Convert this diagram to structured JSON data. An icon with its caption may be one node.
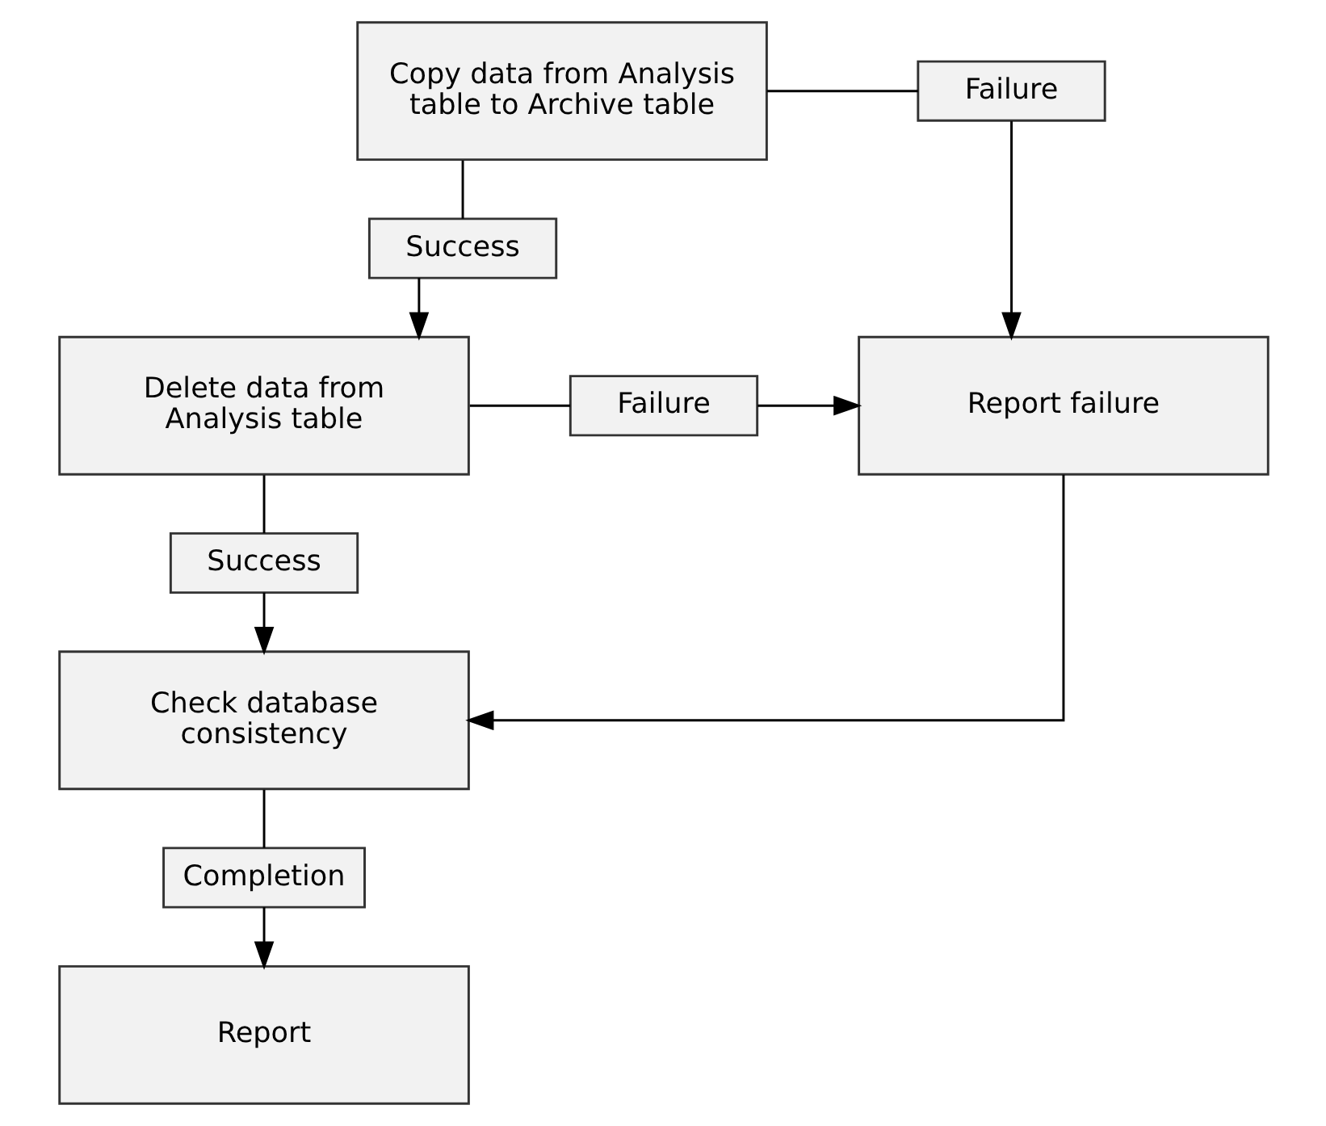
{
  "diagram": {
    "nodes": [
      {
        "text": [
          "Copy data from Analysis table to Archive table"
        ]
      },
      {
        "text": [
          "Failure"
        ]
      },
      {
        "text": [
          "Success"
        ]
      },
      {
        "text": [
          "Delete data from Analysis table"
        ]
      },
      {
        "text": [
          "Failure"
        ]
      },
      {
        "text": [
          "Report failure"
        ]
      },
      {
        "text": [
          "Success"
        ]
      },
      {
        "text": [
          "Check database consistency"
        ]
      },
      {
        "text": [
          "Completion"
        ]
      },
      {
        "text": [
          "Report"
        ]
      }
    ],
    "edges": [
      {
        "from": 0,
        "to": 1,
        "arrow": "none"
      },
      {
        "from": 1,
        "to": 5,
        "arrow": "to"
      },
      {
        "from": 0,
        "to": 2,
        "arrow": "none"
      },
      {
        "from": 2,
        "to": 3,
        "arrow": "to"
      },
      {
        "from": 3,
        "to": 4,
        "arrow": "none"
      },
      {
        "from": 4,
        "to": 5,
        "arrow": "to"
      },
      {
        "from": 3,
        "to": 6,
        "arrow": "none"
      },
      {
        "from": 6,
        "to": 7,
        "arrow": "to"
      },
      {
        "from": 5,
        "to": 7,
        "arrow": "to"
      },
      {
        "from": 7,
        "to": 8,
        "arrow": "none"
      },
      {
        "from": 8,
        "to": 9,
        "arrow": "to"
      }
    ]
  }
}
